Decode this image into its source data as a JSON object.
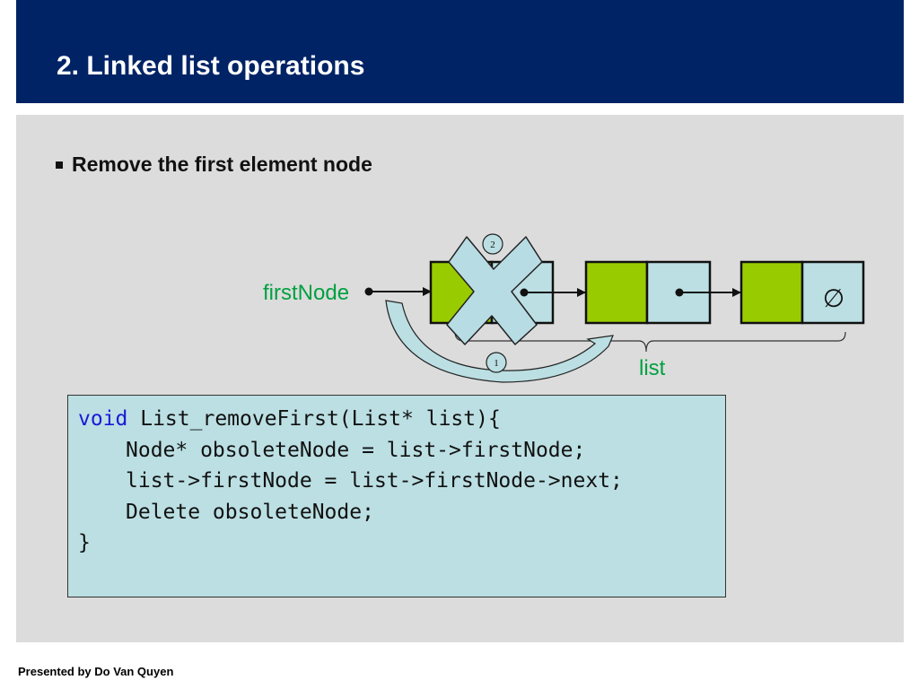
{
  "header": {
    "title": "2. Linked list operations"
  },
  "bullet": {
    "text": "Remove the first element node"
  },
  "diagram": {
    "first_node_label": "firstNode",
    "list_label": "list",
    "null_symbol": "∅",
    "step_1": "1",
    "step_2": "2"
  },
  "code": {
    "line1_kw": "void",
    "line1_rest": " List_removeFirst(List* list){",
    "line2": "Node* obsoleteNode = list->firstNode;",
    "line3": "list->firstNode = list->firstNode->next;",
    "line4": "Delete obsoleteNode;",
    "line5": "}"
  },
  "footer": {
    "text": "Presented by Do Van Quyen"
  },
  "colors": {
    "header_bg": "#002366",
    "content_bg": "#dcdcdc",
    "node_data": "#99cc00",
    "node_pointer": "#bbdfe3",
    "label_green": "#00a040",
    "cross_fill": "#b8dce4",
    "keyword_blue": "#1a1ad6"
  }
}
